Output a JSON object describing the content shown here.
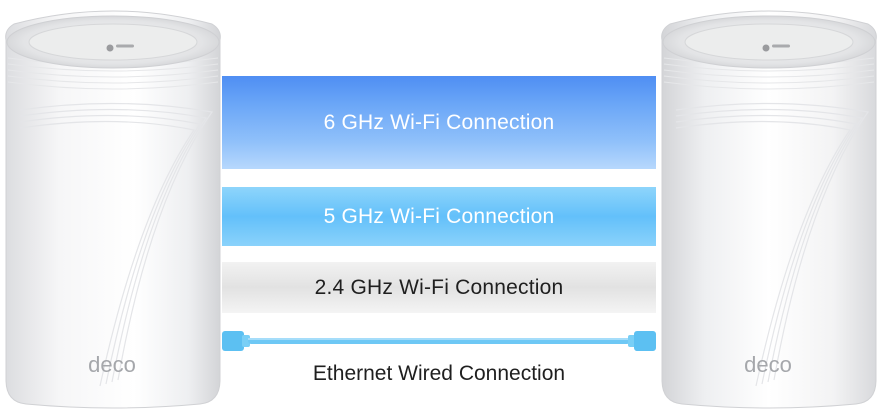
{
  "connections": {
    "band_6ghz": "6 GHz Wi-Fi Connection",
    "band_5ghz": "5 GHz Wi-Fi Connection",
    "band_24ghz": "2.4 GHz Wi-Fi Connection",
    "ethernet": "Ethernet Wired Connection"
  },
  "devices": {
    "left_brand": "deco",
    "right_brand": "deco"
  },
  "colors": {
    "band_6ghz": "#6aa6f7",
    "band_5ghz": "#63c0fa",
    "band_24ghz": "#e2e2e2",
    "cable": "#6ec8f5",
    "text_dark": "#1f1f1f"
  }
}
